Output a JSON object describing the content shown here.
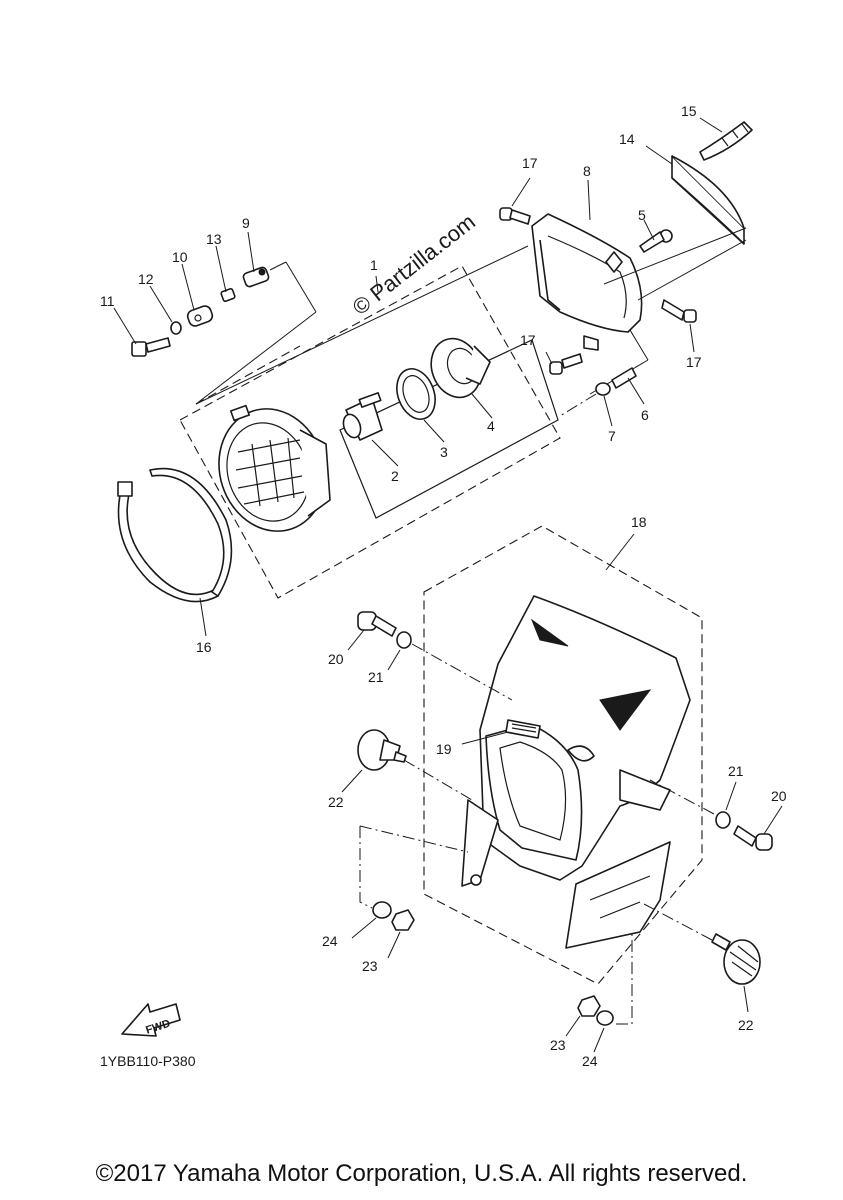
{
  "watermark": "© Partzilla.com",
  "diagram_code": "1YBB110-P380",
  "fwd_label": "FWD",
  "copyright": "©2017 Yamaha Motor Corporation, U.S.A. All rights reserved.",
  "callouts": [
    {
      "id": "c1",
      "label": "1"
    },
    {
      "id": "c2",
      "label": "2"
    },
    {
      "id": "c3",
      "label": "3"
    },
    {
      "id": "c4",
      "label": "4"
    },
    {
      "id": "c5",
      "label": "5"
    },
    {
      "id": "c6",
      "label": "6"
    },
    {
      "id": "c7",
      "label": "7"
    },
    {
      "id": "c8",
      "label": "8"
    },
    {
      "id": "c9",
      "label": "9"
    },
    {
      "id": "c10",
      "label": "10"
    },
    {
      "id": "c11",
      "label": "11"
    },
    {
      "id": "c12",
      "label": "12"
    },
    {
      "id": "c13",
      "label": "13"
    },
    {
      "id": "c14",
      "label": "14"
    },
    {
      "id": "c15",
      "label": "15"
    },
    {
      "id": "c16",
      "label": "16"
    },
    {
      "id": "c17a",
      "label": "17"
    },
    {
      "id": "c17b",
      "label": "17"
    },
    {
      "id": "c17c",
      "label": "17"
    },
    {
      "id": "c18",
      "label": "18"
    },
    {
      "id": "c19",
      "label": "19"
    },
    {
      "id": "c20a",
      "label": "20"
    },
    {
      "id": "c20b",
      "label": "20"
    },
    {
      "id": "c21a",
      "label": "21"
    },
    {
      "id": "c21b",
      "label": "21"
    },
    {
      "id": "c22a",
      "label": "22"
    },
    {
      "id": "c22b",
      "label": "22"
    },
    {
      "id": "c23a",
      "label": "23"
    },
    {
      "id": "c23b",
      "label": "23"
    },
    {
      "id": "c24a",
      "label": "24"
    },
    {
      "id": "c24b",
      "label": "24"
    }
  ]
}
